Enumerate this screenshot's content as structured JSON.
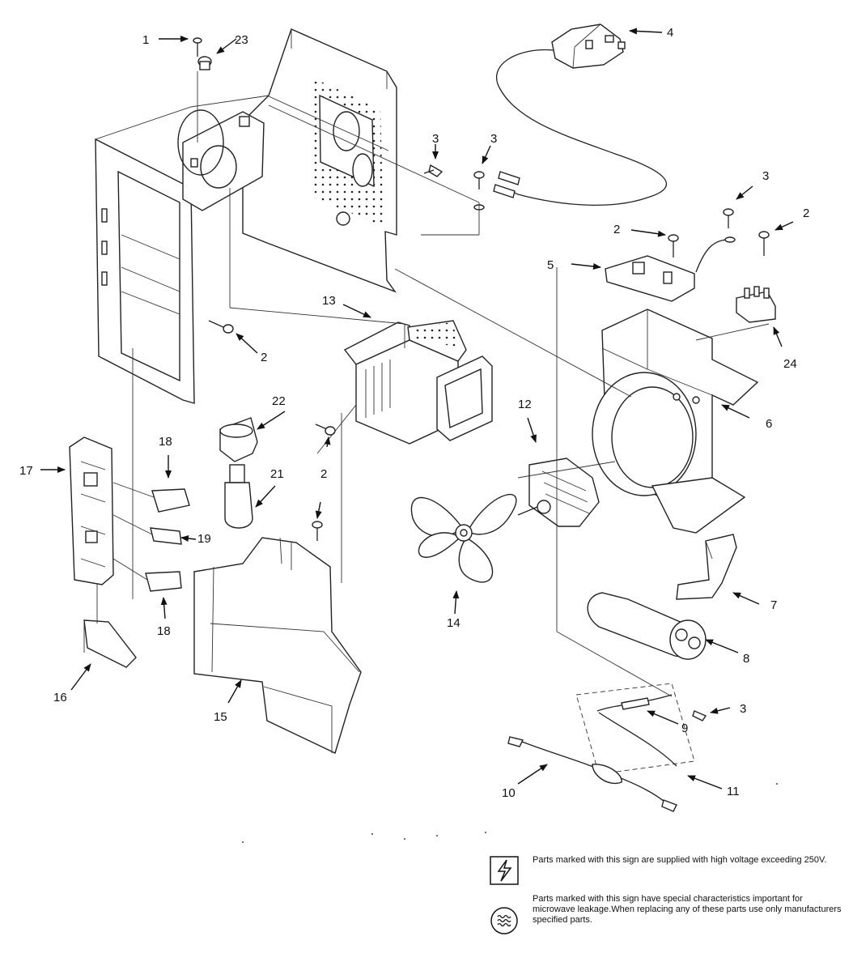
{
  "labels": {
    "p1": "1",
    "p2a": "2",
    "p2b": "2",
    "p2c": "2",
    "p2d": "2",
    "p3a": "3",
    "p3b": "3",
    "p3c": "3",
    "p3d": "3",
    "p4": "4",
    "p5": "5",
    "p6": "6",
    "p7": "7",
    "p8": "8",
    "p9": "9",
    "p10": "10",
    "p11": "11",
    "p12": "12",
    "p13": "13",
    "p14": "14",
    "p15": "15",
    "p16": "16",
    "p17": "17",
    "p18a": "18",
    "p18b": "18",
    "p19": "19",
    "p21": "21",
    "p22": "22",
    "p23": "23",
    "p24": "24"
  },
  "legend": {
    "high_voltage": "Parts marked with this sign are supplied with high voltage exceeding 250V.",
    "microwave": "Parts marked with this sign have special characteristics important for microwave leakage.When replacing any of these parts use only manufacturers specified parts."
  },
  "icons": {
    "high_voltage": "lightning-bolt-icon",
    "microwave": "microwave-wave-icon"
  }
}
